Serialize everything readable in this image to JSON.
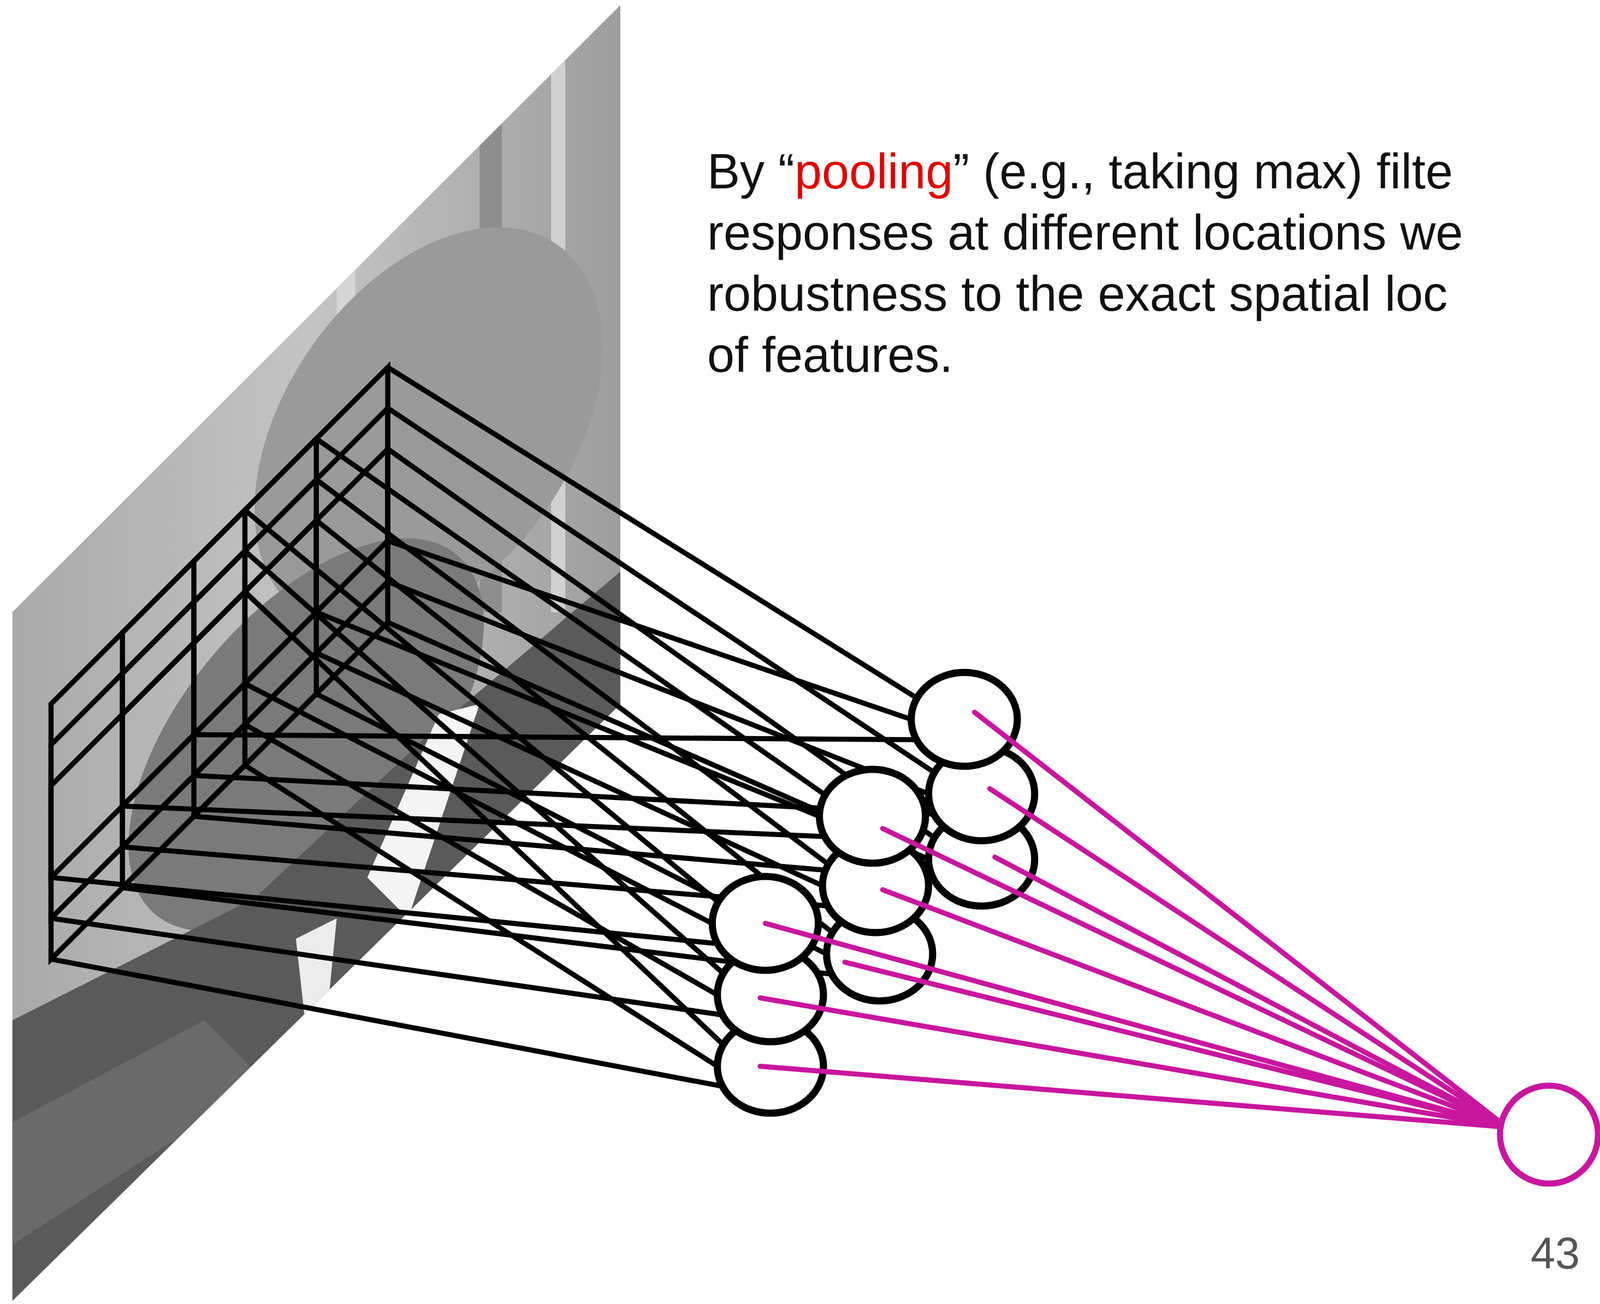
{
  "diagram": {
    "labels": [
      "By “",
      "pooling",
      "” (e.g., taking max) filte",
      "responses at different locations we",
      "robustness to the exact spatial loc",
      "of features.",
      "43"
    ]
  }
}
